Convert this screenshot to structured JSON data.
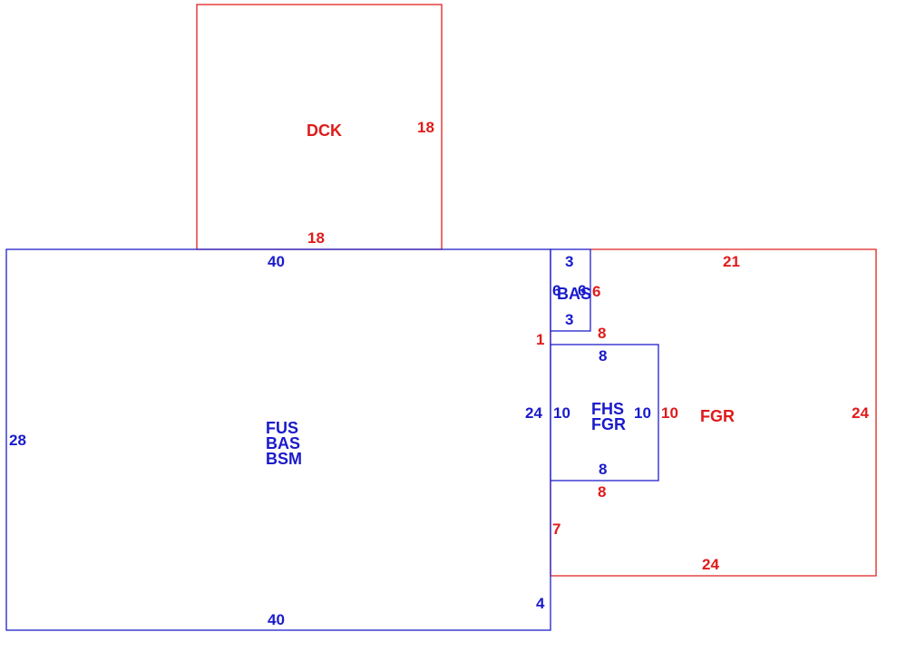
{
  "colors": {
    "living_area": "#1a1acc",
    "exterior": "#e01b1b",
    "background": "#ffffff"
  },
  "areas": {
    "main": {
      "codes": [
        "FUS",
        "BAS",
        "BSM"
      ]
    },
    "deck": {
      "code": "DCK"
    },
    "small_bas": {
      "code": "BAS"
    },
    "fhs": {
      "codes": [
        "FHS",
        "FGR"
      ]
    },
    "garage": {
      "code": "FGR"
    }
  },
  "dimensions": {
    "deck_right": "18",
    "deck_bottom": "18",
    "main_top": "40",
    "main_left": "28",
    "main_bottom": "40",
    "main_right_upper": "24",
    "main_right_lower": "4",
    "bas_top": "3",
    "bas_left": "6",
    "bas_right": "6",
    "bas_bottom": "3",
    "bas_right_red": "6",
    "garage_top": "21",
    "garage_right": "24",
    "garage_bottom": "24",
    "garage_left_upper": "1",
    "garage_left_lower": "7",
    "fhs_top_red": "8",
    "fhs_top": "8",
    "fhs_left": "10",
    "fhs_right": "10",
    "fhs_right_red": "10",
    "fhs_bottom": "8",
    "fhs_bottom_red": "8"
  }
}
